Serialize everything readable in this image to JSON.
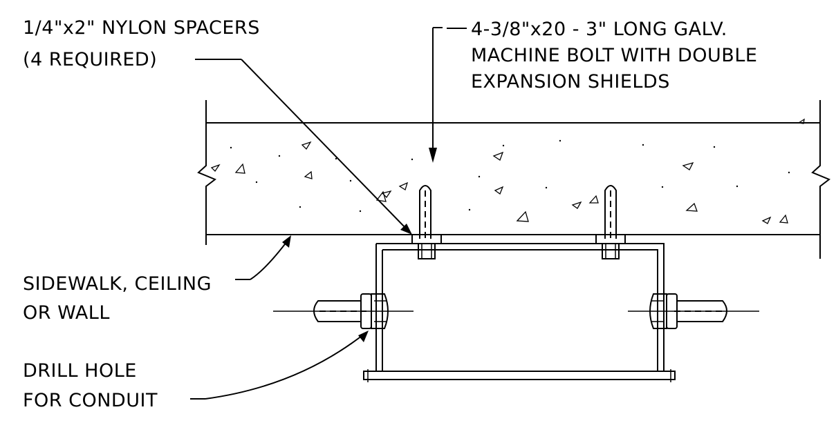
{
  "labels": {
    "spacers_line1": "1/4\"x2\" NYLON SPACERS",
    "spacers_line2": "(4 REQUIRED)",
    "bolt_line1": "4-3/8\"x20 - 3\" LONG GALV.",
    "bolt_line2": "MACHINE BOLT WITH DOUBLE",
    "bolt_line3": "EXPANSION SHIELDS",
    "surface_line1": "SIDEWALK, CEILING",
    "surface_line2": "OR WALL",
    "drill_line1": "DRILL HOLE",
    "drill_line2": "FOR CONDUIT"
  }
}
